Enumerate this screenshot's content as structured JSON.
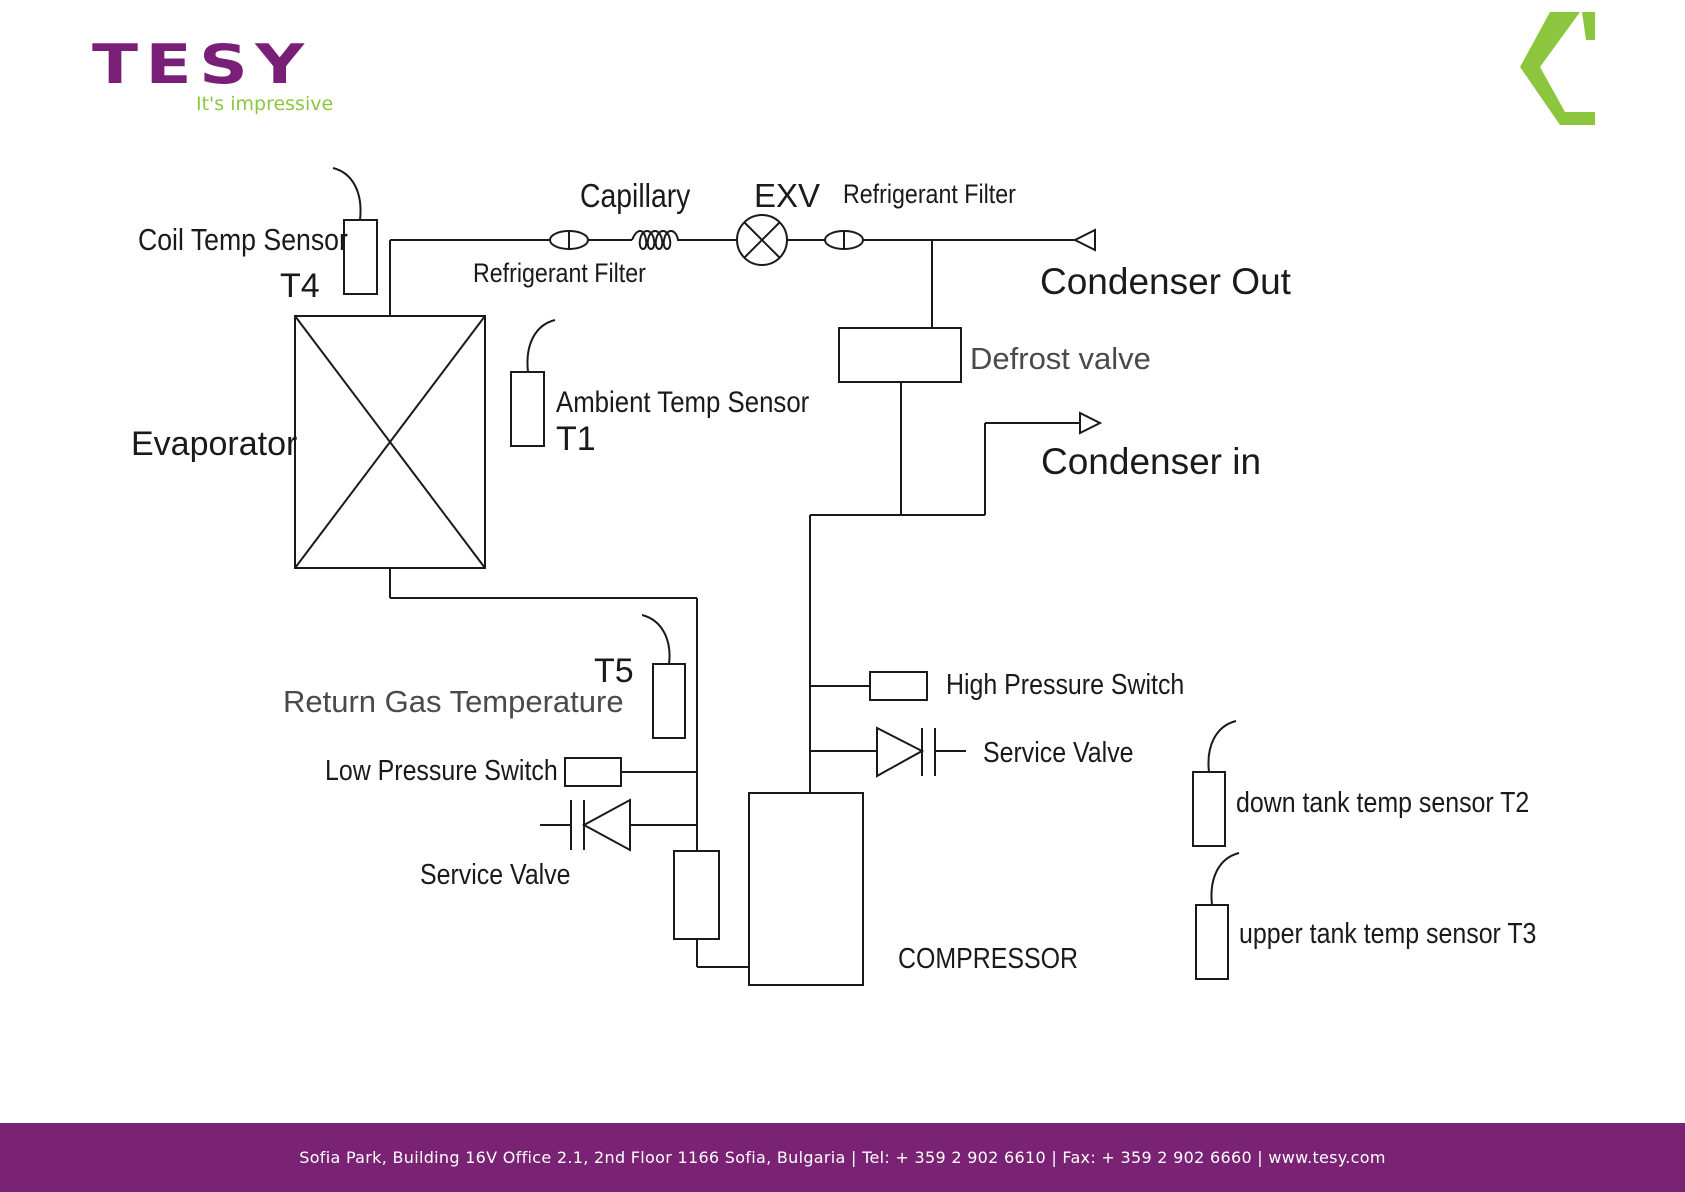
{
  "brand": {
    "name": "TESY",
    "tagline": "It's impressive",
    "primary_color": "#7a1f78",
    "accent_color": "#8cc63f",
    "footer_color": "#7a2274"
  },
  "diagram": {
    "labels": {
      "coil_temp_sensor": "Coil Temp Sensor",
      "t4": "T4",
      "capillary": "Capillary",
      "exv": "EXV",
      "refrigerant_filter_top": "Refrigerant Filter",
      "refrigerant_filter_bottom": "Refrigerant Filter",
      "condenser_out": "Condenser Out",
      "defrost_valve": "Defrost valve",
      "ambient_temp_sensor": "Ambient Temp Sensor",
      "t1": "T1",
      "evaporator": "Evaporator",
      "condenser_in": "Condenser in",
      "t5": "T5",
      "return_gas_temperature": "Return Gas Temperature",
      "low_pressure_switch": "Low Pressure Switch",
      "service_valve_left": "Service Valve",
      "high_pressure_switch": "High Pressure Switch",
      "service_valve_right": "Service Valve",
      "down_tank_sensor": "down tank temp sensor T2",
      "upper_tank_sensor": "upper tank temp sensor T3",
      "compressor": "COMPRESSOR"
    }
  },
  "footer": {
    "text": "Sofia Park, Building 16V Office 2.1, 2nd Floor 1166 Sofia, Bulgaria  |  Tel: + 359 2 902 6610  |  Fax: + 359 2 902 6660  |  www.tesy.com"
  }
}
